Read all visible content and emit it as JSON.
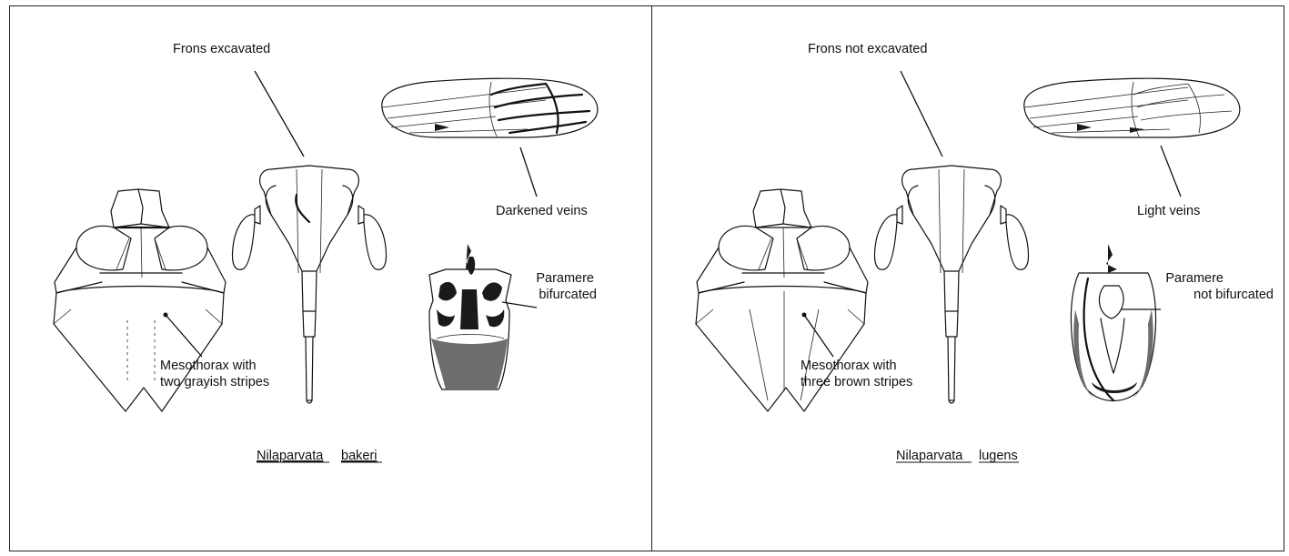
{
  "panels": [
    {
      "id": "left",
      "frons_label": "Frons excavated",
      "wing_label": "Darkened veins",
      "paramere_label": [
        "Paramere",
        "bifurcated"
      ],
      "mesothorax_label": [
        "Mesothorax with",
        "two grayish stripes"
      ],
      "species": [
        "Nilaparvata",
        "bakeri"
      ]
    },
    {
      "id": "right",
      "frons_label": "Frons not excavated",
      "wing_label": "Light veins",
      "paramere_label": [
        "Paramere",
        "not bifurcated"
      ],
      "mesothorax_label": [
        "Mesothorax with",
        "three brown stripes"
      ],
      "species": [
        "Nilaparvata",
        "lugens"
      ]
    }
  ]
}
